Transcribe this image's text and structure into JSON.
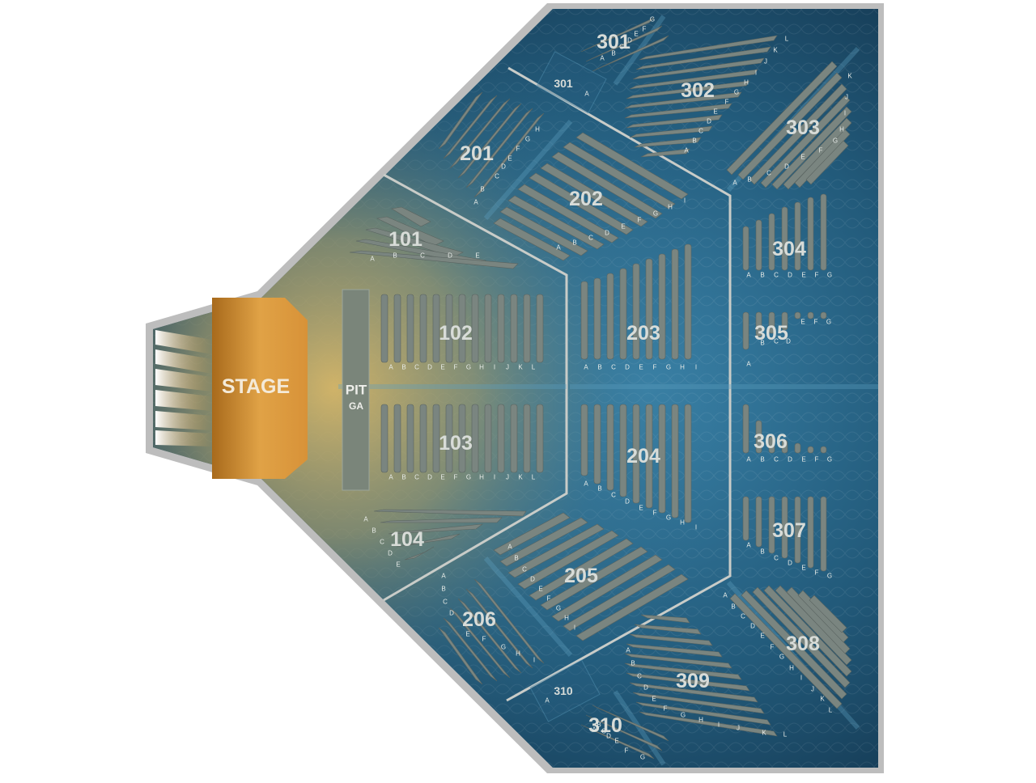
{
  "stage": {
    "label": "STAGE"
  },
  "pit": {
    "label": "PIT",
    "sublabel": "GA"
  },
  "sections": {
    "s101": {
      "number": "101",
      "rows": [
        "A",
        "B",
        "C",
        "D",
        "E"
      ]
    },
    "s102": {
      "number": "102",
      "rows": [
        "A",
        "B",
        "C",
        "D",
        "E",
        "F",
        "G",
        "H",
        "I",
        "J",
        "K",
        "L"
      ]
    },
    "s103": {
      "number": "103",
      "rows": [
        "A",
        "B",
        "C",
        "D",
        "E",
        "F",
        "G",
        "H",
        "I",
        "J",
        "K",
        "L"
      ]
    },
    "s104": {
      "number": "104",
      "rows": [
        "A",
        "B",
        "C",
        "D",
        "E"
      ]
    },
    "s201": {
      "number": "201",
      "rows": [
        "A",
        "B",
        "C",
        "D",
        "E",
        "F",
        "G",
        "H"
      ]
    },
    "s202": {
      "number": "202",
      "rows": [
        "A",
        "B",
        "C",
        "D",
        "E",
        "F",
        "G",
        "H",
        "I"
      ]
    },
    "s203": {
      "number": "203",
      "rows": [
        "A",
        "B",
        "C",
        "D",
        "E",
        "F",
        "G",
        "H",
        "I"
      ]
    },
    "s204": {
      "number": "204",
      "rows": [
        "A",
        "B",
        "C",
        "D",
        "E",
        "F",
        "G",
        "H",
        "I"
      ]
    },
    "s205": {
      "number": "205",
      "rows": [
        "A",
        "B",
        "C",
        "D",
        "E",
        "F",
        "G",
        "H",
        "I"
      ]
    },
    "s206": {
      "number": "206",
      "rows": [
        "A",
        "B",
        "C",
        "D",
        "E",
        "F",
        "G",
        "H",
        "I"
      ]
    },
    "s301": {
      "number": "301",
      "rows": [
        "A",
        "B",
        "C",
        "D",
        "E",
        "F",
        "G"
      ]
    },
    "s301b": {
      "number": "301",
      "rows": [
        "A"
      ]
    },
    "s302": {
      "number": "302",
      "rows": [
        "A",
        "B",
        "C",
        "D",
        "E",
        "F",
        "G",
        "H",
        "I",
        "J",
        "K",
        "L"
      ]
    },
    "s303": {
      "number": "303",
      "rows": [
        "A",
        "B",
        "C",
        "D",
        "E",
        "F",
        "G",
        "H",
        "I",
        "J",
        "K"
      ]
    },
    "s304": {
      "number": "304",
      "rows": [
        "A",
        "B",
        "C",
        "D",
        "E",
        "F",
        "G"
      ]
    },
    "s305": {
      "number": "305",
      "rows": [
        "A",
        "B",
        "C",
        "D",
        "E",
        "F",
        "G"
      ]
    },
    "s306": {
      "number": "306",
      "rows": [
        "A",
        "B",
        "C",
        "D",
        "E",
        "F",
        "G"
      ]
    },
    "s307": {
      "number": "307",
      "rows": [
        "A",
        "B",
        "C",
        "D",
        "E",
        "F",
        "G"
      ]
    },
    "s308": {
      "number": "308",
      "rows": [
        "A",
        "B",
        "C",
        "D",
        "E",
        "F",
        "G",
        "H",
        "I",
        "J",
        "K",
        "L"
      ]
    },
    "s309": {
      "number": "309",
      "rows": [
        "A",
        "B",
        "C",
        "D",
        "E",
        "F",
        "G",
        "H",
        "I",
        "J",
        "K",
        "L"
      ]
    },
    "s310": {
      "number": "310",
      "rows": [
        "A",
        "B",
        "C",
        "D",
        "E",
        "F",
        "G"
      ]
    },
    "s310b": {
      "number": "310",
      "rows": [
        "A"
      ]
    }
  },
  "colors": {
    "stage": "#e0a040",
    "floor_glow": "#c8a860",
    "seating_blue": "#2f6f92",
    "seating_dark": "#173c55",
    "seat_rows": "#7a8580",
    "outline": "#c8c8c8",
    "labels": "#d8dcd8"
  }
}
